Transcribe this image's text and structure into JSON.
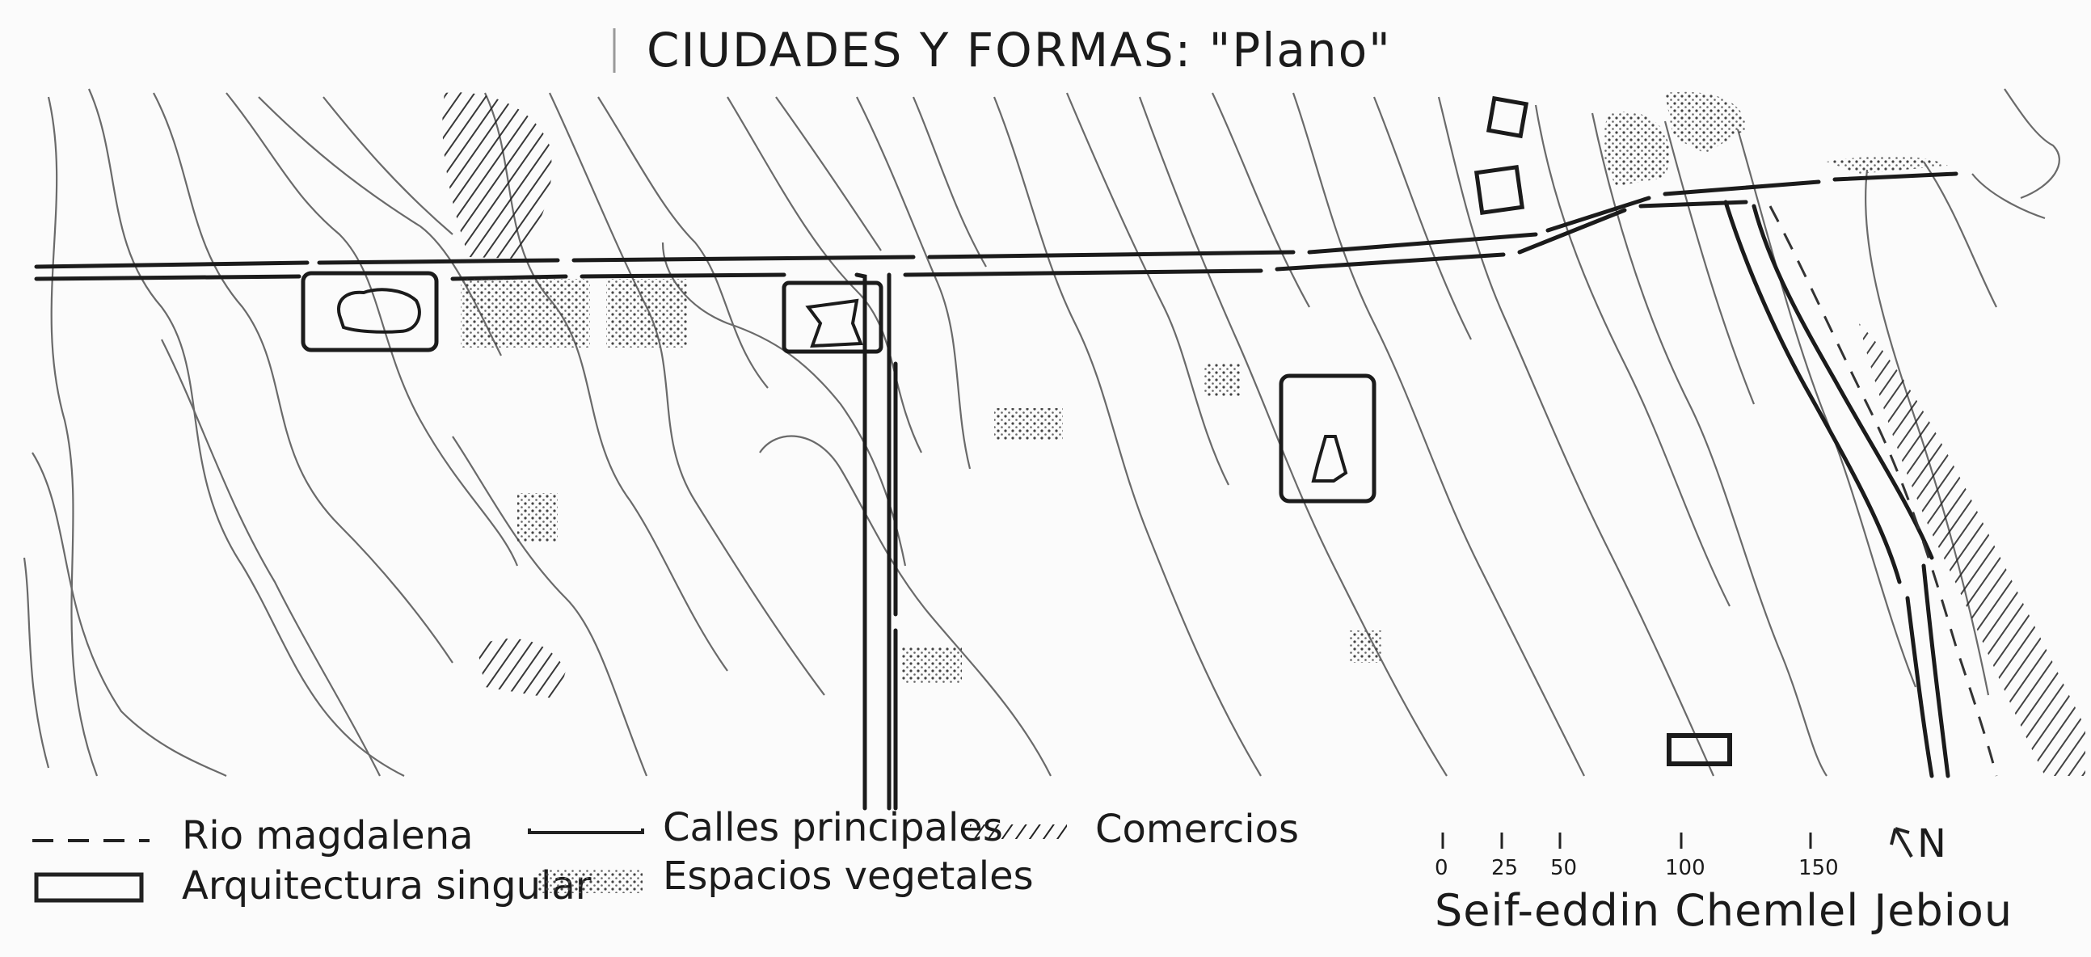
{
  "title": "CIUDADES Y FORMAS: \"Plano\"",
  "legend": {
    "river": "Rio magdalena",
    "streets": "Calles principales",
    "commerce": "Comercios",
    "architecture": "Arquitectura singular",
    "green": "Espacios vegetales"
  },
  "scale": {
    "ticks": [
      "0",
      "25",
      "50",
      "100",
      "150"
    ],
    "north": "N"
  },
  "author": "Seif-eddin Chemlel Jebiou",
  "colors": {
    "ink": "#1b1b1b",
    "contour": "#6a6a6a",
    "paper": "#fbfbfb"
  }
}
